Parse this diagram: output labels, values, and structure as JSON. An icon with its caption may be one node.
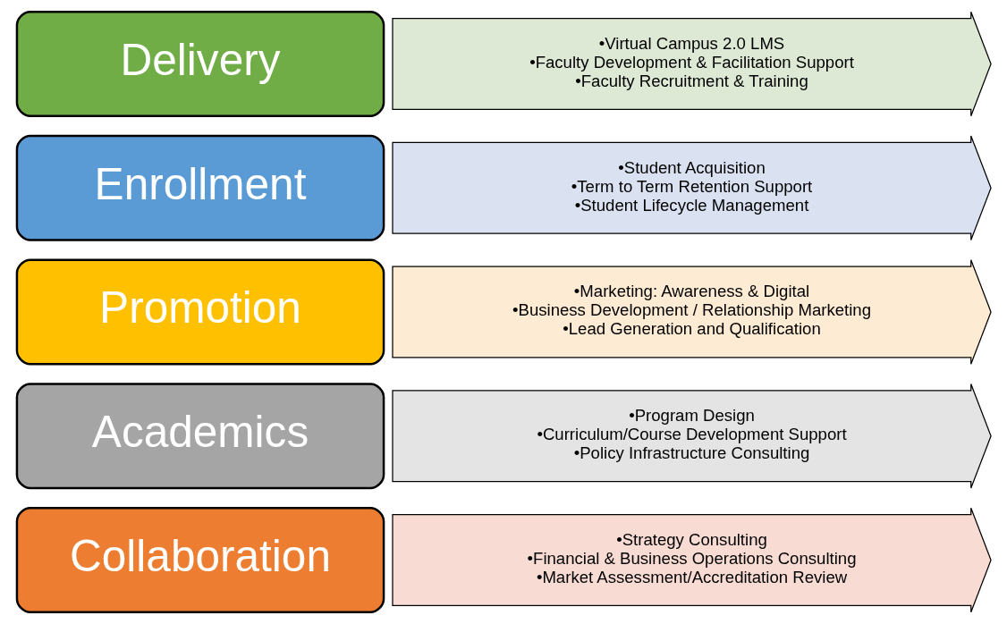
{
  "diagram": {
    "nodes": [
      {
        "text": [
          "Collaboration"
        ]
      },
      {
        "text": [
          "•Strategy Consulting",
          "•Financial & Business Operations Consulting",
          "•Market Assessment/Accreditation Review"
        ]
      },
      {
        "text": [
          "Academics"
        ]
      },
      {
        "text": [
          "•Program Design",
          "•Curriculum/Course Development Support",
          "•Policy Infrastructure Consulting"
        ]
      },
      {
        "text": [
          "Promotion"
        ]
      },
      {
        "text": [
          "•Marketing: Awareness & Digital",
          "•Business Development / Relationship Marketing",
          "•Lead Generation and Qualification"
        ]
      },
      {
        "text": [
          "Enrollment"
        ]
      },
      {
        "text": [
          "•Student Acquisition",
          "•Term to Term Retention Support",
          "•Student Lifecycle Management"
        ]
      },
      {
        "text": [
          "Delivery"
        ]
      },
      {
        "text": [
          "•Virtual Campus 2.0 LMS",
          "•Faculty Development & Facilitation Support",
          "•Faculty Recruitment & Training"
        ]
      }
    ]
  }
}
